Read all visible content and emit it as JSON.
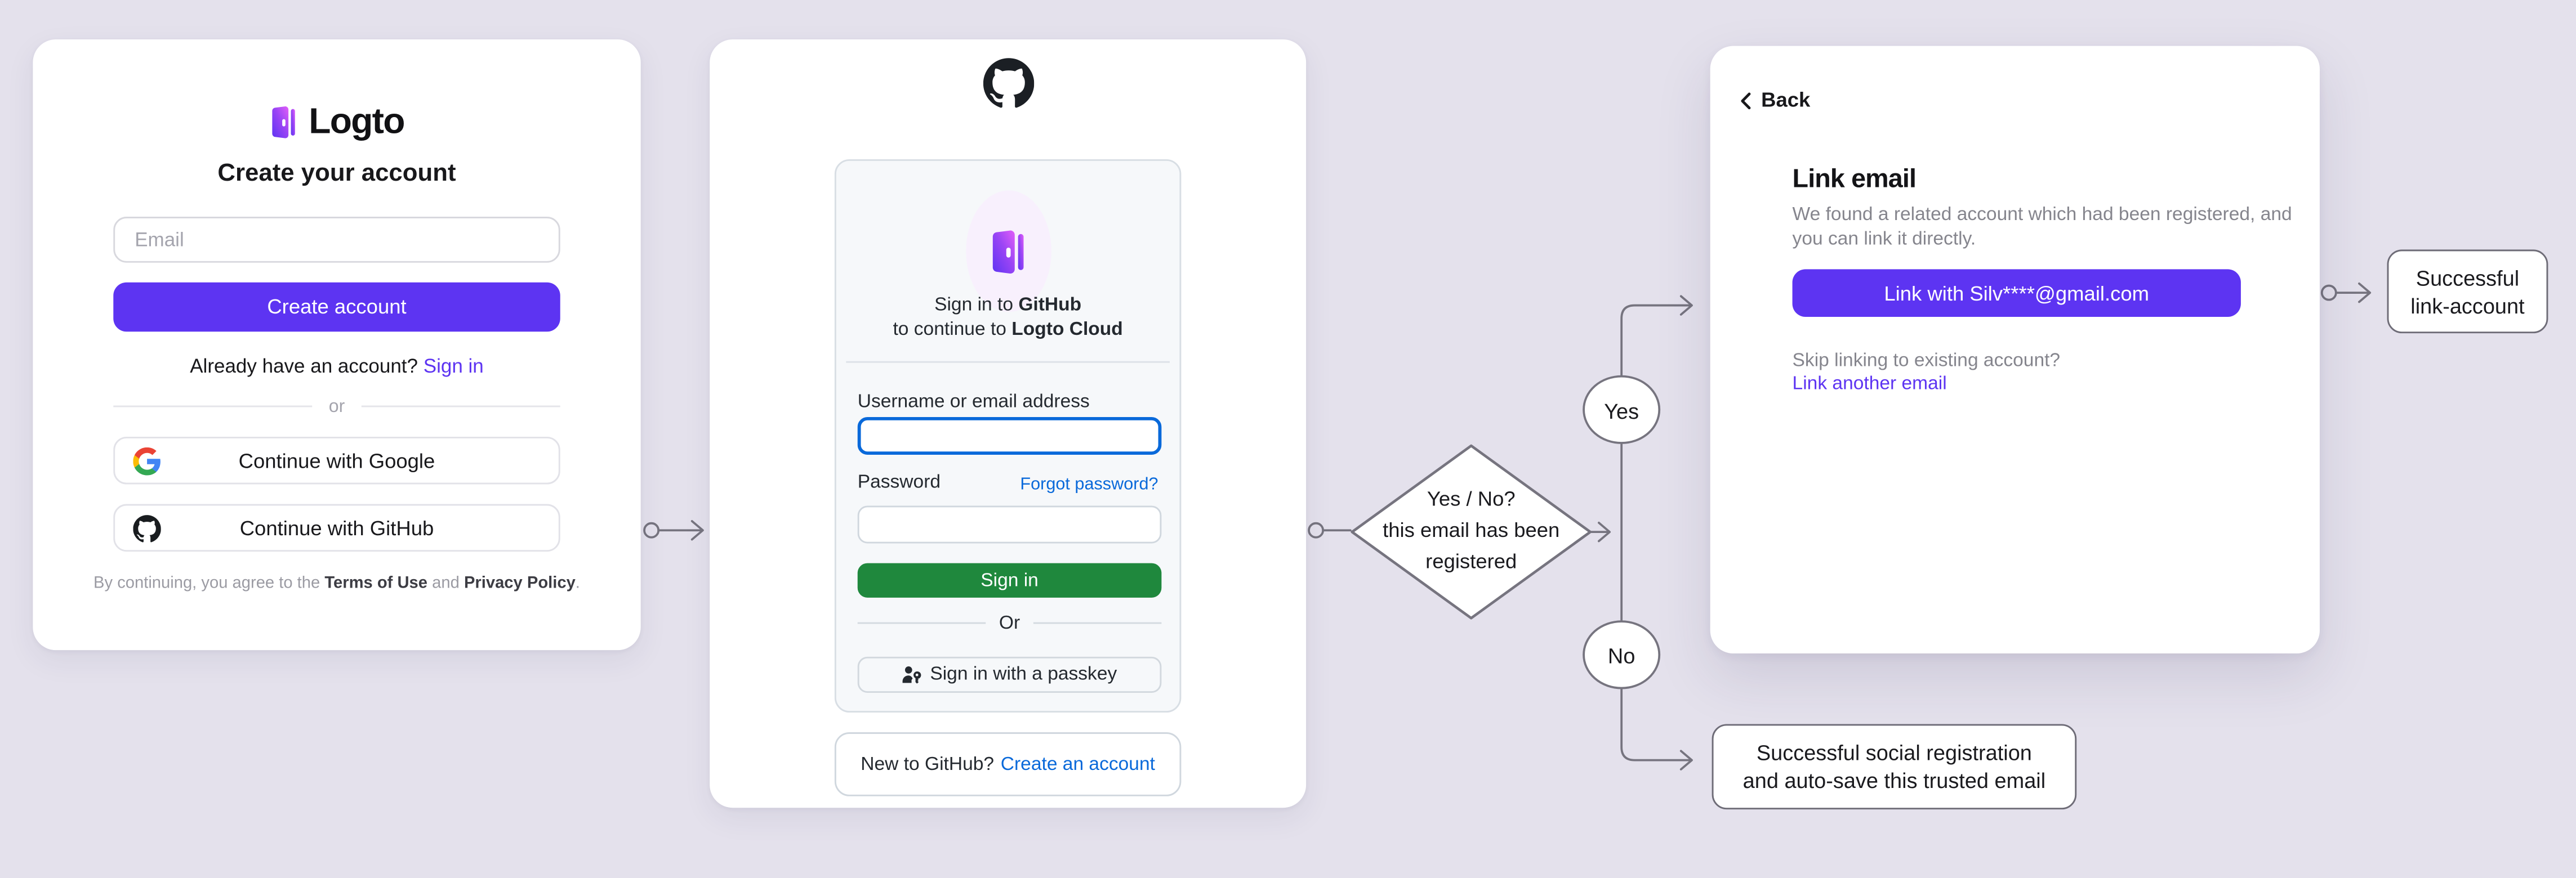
{
  "colors": {
    "background": "#e4e1ec",
    "brand_purple": "#5d34f2",
    "github_green": "#1f883d",
    "github_link_blue": "#0969da",
    "focus_blue": "#0969da",
    "connector_gray": "#76747f"
  },
  "signup_card": {
    "logo_text": "Logto",
    "title": "Create your account",
    "email_placeholder": "Email",
    "create_button_label": "Create account",
    "signin_prompt": "Already have an account?",
    "signin_link_label": "Sign in",
    "divider_label": "or",
    "google_button_label": "Continue with Google",
    "github_button_label": "Continue with GitHub",
    "terms_prefix": "By continuing, you agree to the",
    "terms_link_label": "Terms of Use",
    "terms_conjunction": "and",
    "privacy_link_label": "Privacy Policy",
    "terms_suffix": "."
  },
  "github_card": {
    "heading_prefix": "Sign in to",
    "heading_brand": "GitHub",
    "subheading_prefix": "to continue to",
    "subheading_brand": "Logto Cloud",
    "username_label": "Username or email address",
    "password_label": "Password",
    "forgot_password_link": "Forgot password?",
    "signin_button_label": "Sign in",
    "divider_label": "Or",
    "passkey_button_label": "Sign in with a passkey",
    "footer_prompt": "New to GitHub?",
    "footer_link_label": "Create an account"
  },
  "link_email_card": {
    "back_label": "Back",
    "title": "Link email",
    "description_line1": "We found a related account which had been registered, and",
    "description_line2": "you can link it directly.",
    "link_button_label": "Link with Silv****@gmail.com",
    "skip_prompt": "Skip linking to existing account?",
    "link_another_label": "Link another email"
  },
  "flow": {
    "decision_line1": "Yes / No?",
    "decision_line2": "this email has been",
    "decision_line3": "registered",
    "yes_label": "Yes",
    "no_label": "No",
    "success_link_line1": "Successful",
    "success_link_line2": "link-account",
    "success_social_line1": "Successful social registration",
    "success_social_line2": "and auto-save this trusted email"
  }
}
